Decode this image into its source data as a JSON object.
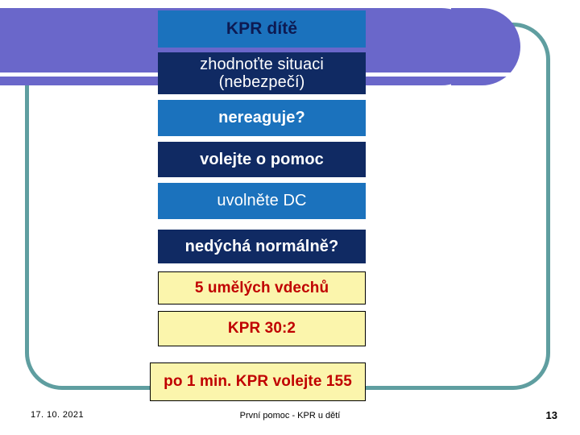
{
  "slide": {
    "title_text": "KPR dítě",
    "page_number": "13",
    "footer_date": "17. 10. 2021",
    "footer_center": "První pomoc  -  KPR u dětí"
  },
  "colors": {
    "purple_banner": "#6a67ca",
    "teal_frame": "#5f9ea0",
    "mid_blue": "#1b72bd",
    "navy": "#102a63",
    "yellow": "#fbf5ac",
    "red_text": "#c00000",
    "white": "#ffffff",
    "dark_navy_text": "#0d1a52"
  },
  "flowchart": {
    "steps": [
      {
        "label": "KPR dítě",
        "style": "midblue-dark-text",
        "bold": true
      },
      {
        "label": "zhodnoťte situaci (nebezpečí)",
        "style": "navy",
        "bold": false
      },
      {
        "label": "nereaguje?",
        "style": "midblue",
        "bold": true
      },
      {
        "label": "volejte o pomoc",
        "style": "navy",
        "bold": true
      },
      {
        "label": "uvolněte DC",
        "style": "midblue",
        "bold": false
      },
      {
        "label": "nedýchá normálně?",
        "style": "navy",
        "bold": true
      },
      {
        "label": "5 umělých vdechů",
        "style": "yellow",
        "bold": true
      },
      {
        "label": "KPR 30:2",
        "style": "yellow",
        "bold": true
      },
      {
        "label": "po 1 min. KPR volejte 155",
        "style": "yellow",
        "bold": true
      }
    ]
  }
}
